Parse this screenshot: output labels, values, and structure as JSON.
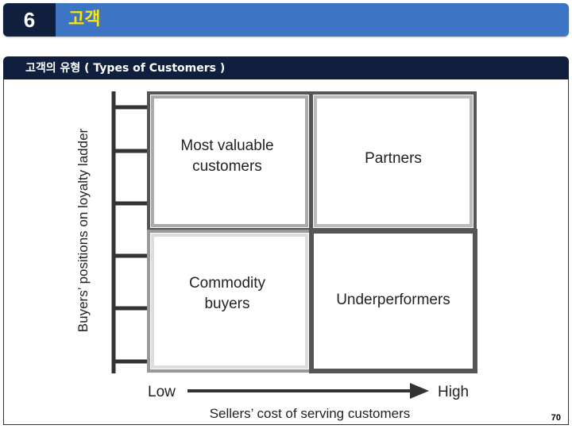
{
  "header": {
    "number": "6",
    "title": "고객"
  },
  "section": {
    "title": "고객의 유형 ( Types of Customers )"
  },
  "diagram": {
    "y_axis_label": "Buyers’ positions on loyalty ladder",
    "x_axis_label": "Sellers’ cost of serving customers",
    "x_low": "Low",
    "x_high": "High",
    "quadrants": {
      "top_left": [
        "Most valuable",
        "customers"
      ],
      "top_right": [
        "Partners"
      ],
      "bottom_left": [
        "Commodity",
        "buyers"
      ],
      "bottom_right": [
        "Underperformers"
      ]
    }
  },
  "page_number": "70"
}
